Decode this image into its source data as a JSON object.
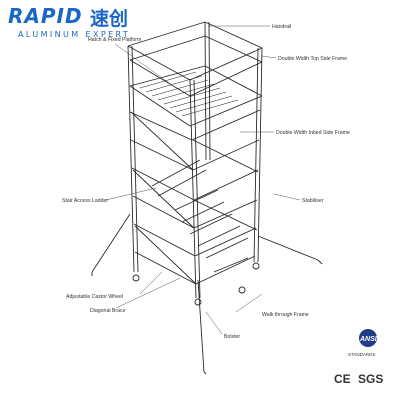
{
  "brand": {
    "logo_main": "RAPID",
    "logo_cn": "速创",
    "tagline": "ALUMINUM EXPERT",
    "color": "#1a66c8"
  },
  "labels": {
    "handrail": "Handrail",
    "hatch_fixed_platform": "Hatch & Fixed Platform",
    "double_width_top_side_frame": "Double Width Top Side Frame",
    "double_width_inbed_side_frame": "Double Width Inbed Side Frame",
    "stair_access_ladder": "Stair Access Ladder",
    "stabiliser": "Stabiliser",
    "adjustable_castor_wheel": "Adjustable Castor Wheel",
    "diagonal_brace": "Diagonal Brace",
    "walk_through_frame": "Walk through Frame",
    "bolster": "Bolster"
  },
  "certifications": {
    "ansi": "ANSI",
    "standards": "STANDARDS",
    "ce": "CE",
    "sgs": "SGS"
  },
  "colors": {
    "line": "#2a2a2a",
    "ansi_blue": "#1f3d8a"
  }
}
